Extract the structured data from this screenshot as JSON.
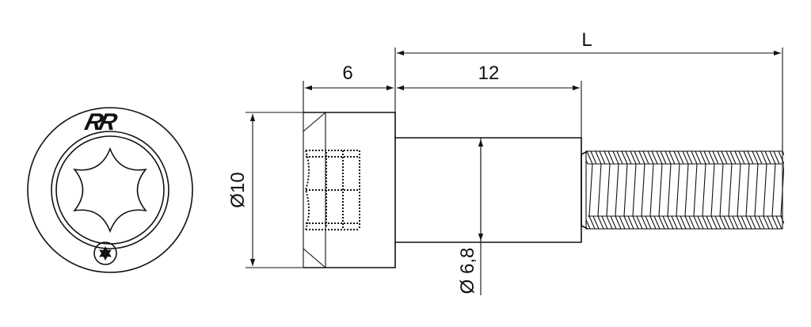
{
  "dimensions": {
    "total_length": "L",
    "head_height": "6",
    "shank_length": "12",
    "head_diameter": "Ø10",
    "shank_diameter": "Ø 6,8"
  },
  "logo_text": "RR",
  "icons": {
    "drive": "torx-hexalobular-icon",
    "mark": "star-mark-icon"
  },
  "colors": {
    "line": "#111111",
    "background": "#ffffff"
  }
}
